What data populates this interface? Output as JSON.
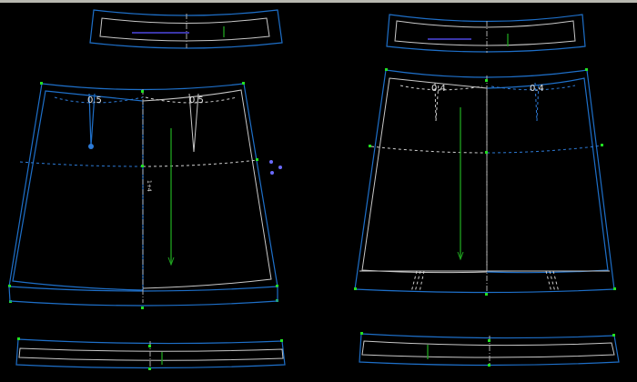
{
  "canvas": {
    "background": "#000000",
    "accent_blue": "#1e6fc8",
    "grain_green": "#1fa31f"
  },
  "front_skirt": {
    "dart_left_label": "0.5",
    "dart_right_label": "0.5",
    "center_label": "1+4"
  },
  "back_skirt": {
    "dart_left_label": "0.4",
    "dart_right_label": "0.4"
  }
}
